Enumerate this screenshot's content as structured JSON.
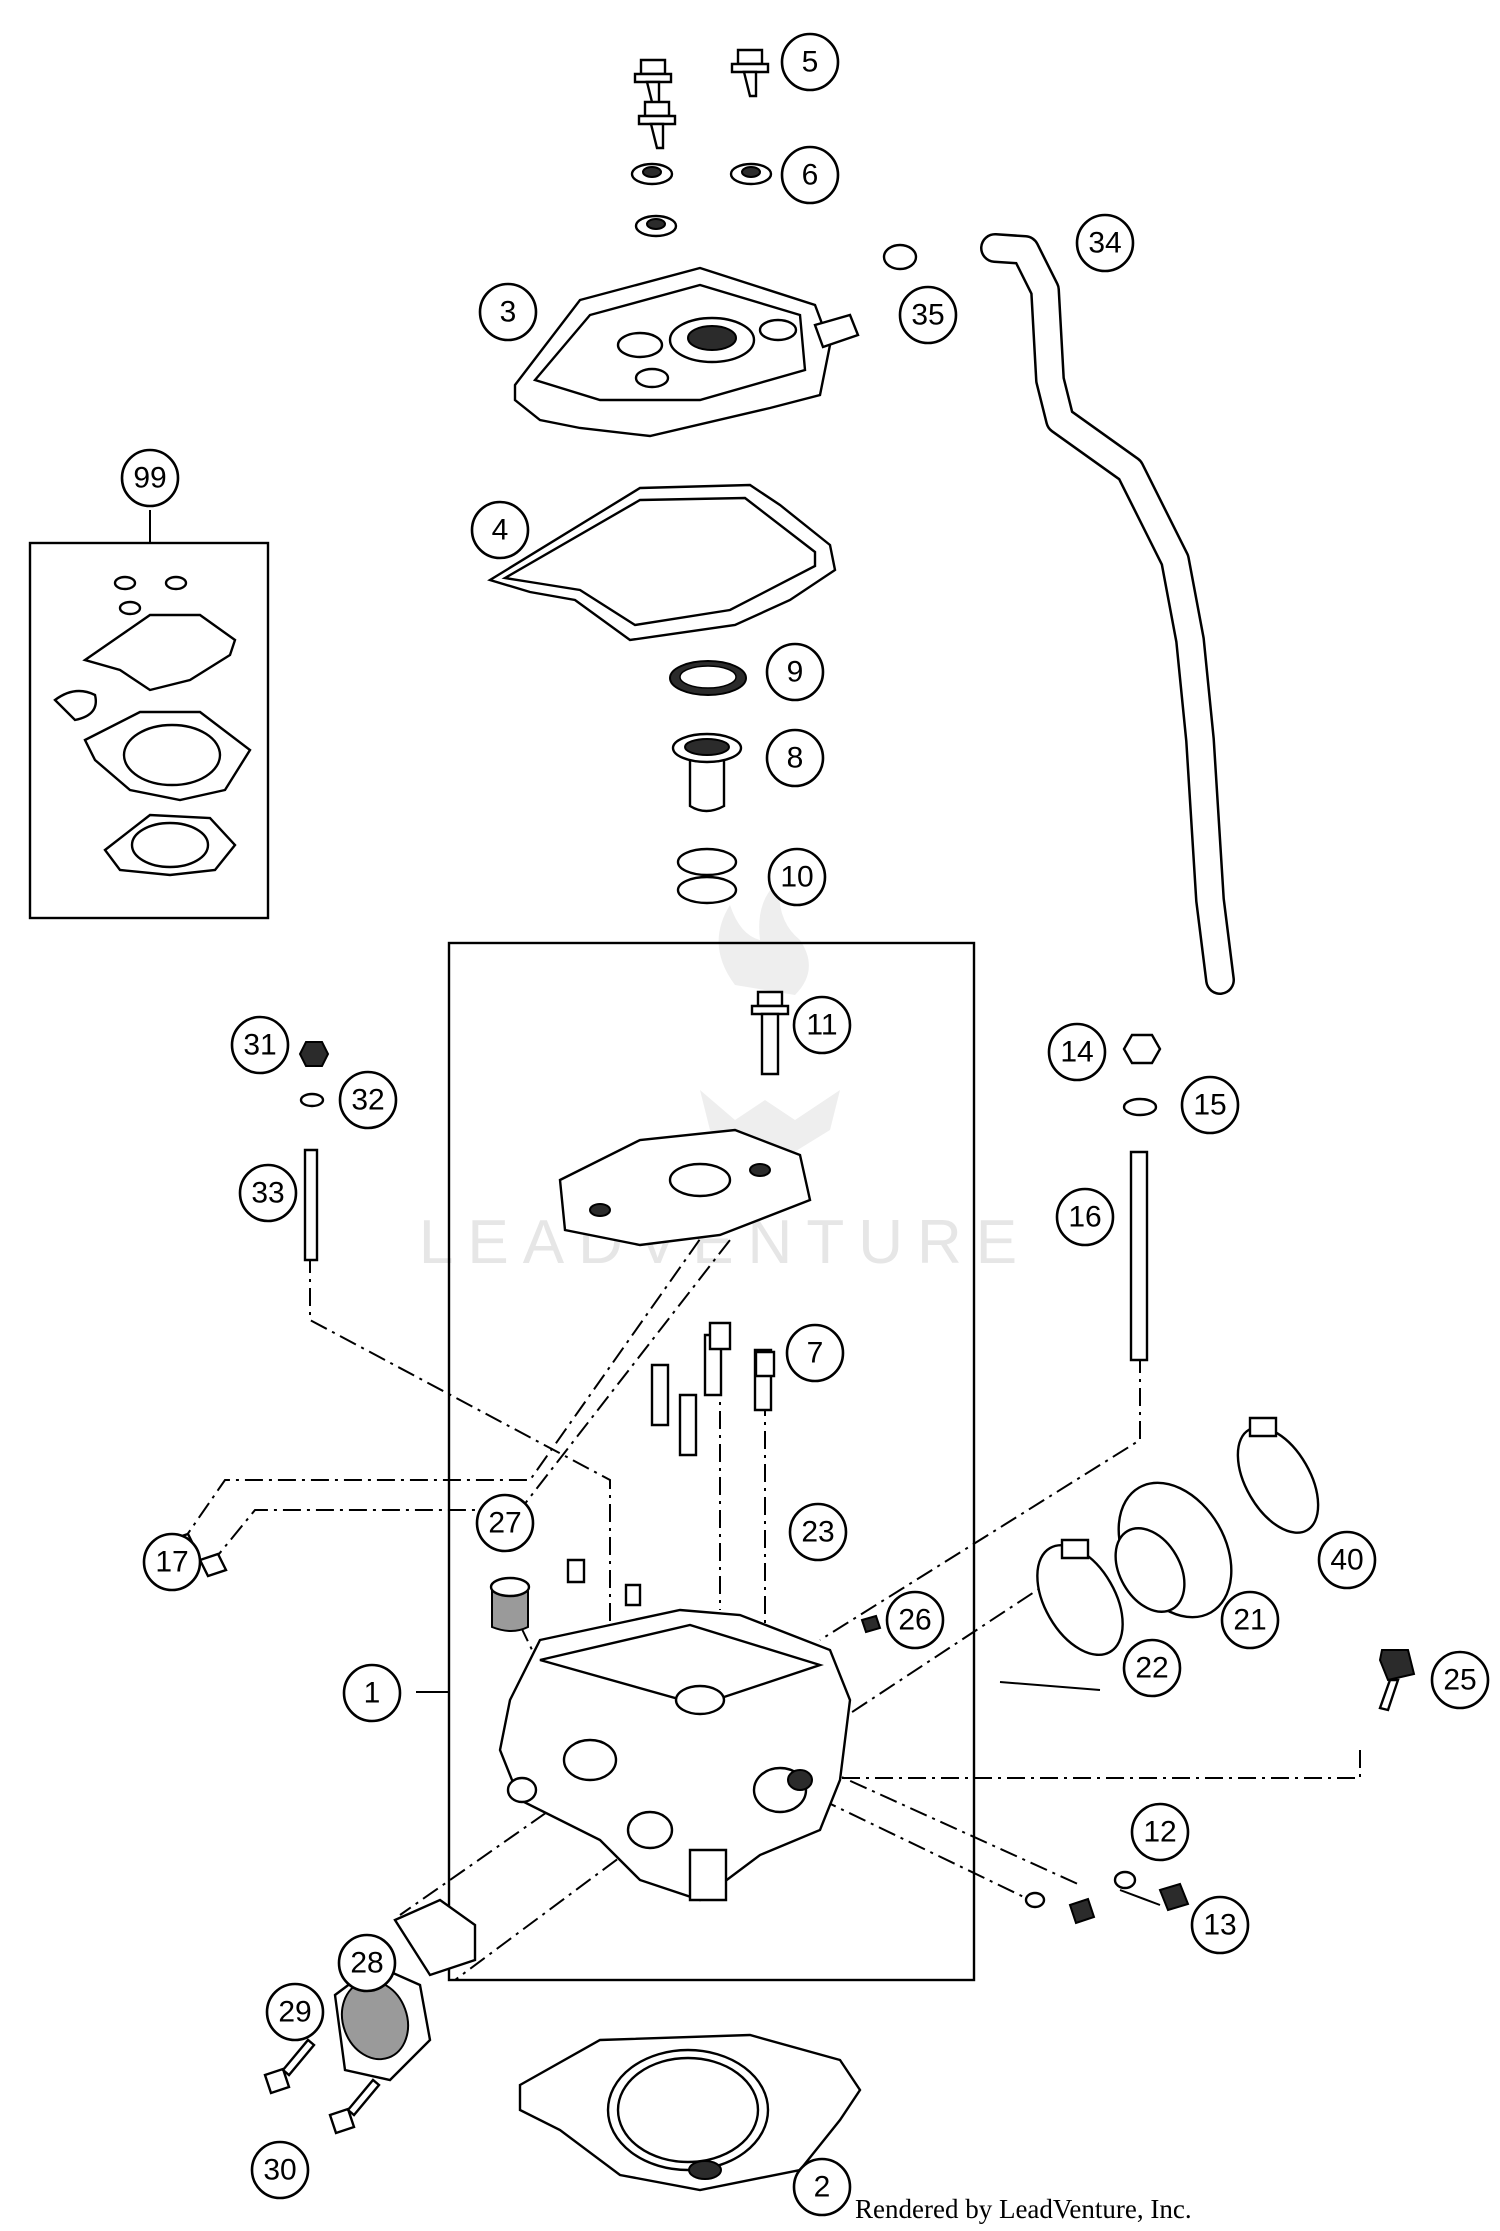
{
  "callouts": [
    {
      "id": "5",
      "label": "5"
    },
    {
      "id": "6",
      "label": "6"
    },
    {
      "id": "3",
      "label": "3"
    },
    {
      "id": "34",
      "label": "34"
    },
    {
      "id": "35",
      "label": "35"
    },
    {
      "id": "99",
      "label": "99"
    },
    {
      "id": "4",
      "label": "4"
    },
    {
      "id": "9",
      "label": "9"
    },
    {
      "id": "8",
      "label": "8"
    },
    {
      "id": "10",
      "label": "10"
    },
    {
      "id": "11",
      "label": "11"
    },
    {
      "id": "31",
      "label": "31"
    },
    {
      "id": "32",
      "label": "32"
    },
    {
      "id": "33",
      "label": "33"
    },
    {
      "id": "14",
      "label": "14"
    },
    {
      "id": "15",
      "label": "15"
    },
    {
      "id": "16",
      "label": "16"
    },
    {
      "id": "7",
      "label": "7"
    },
    {
      "id": "17",
      "label": "17"
    },
    {
      "id": "27",
      "label": "27"
    },
    {
      "id": "23",
      "label": "23"
    },
    {
      "id": "40",
      "label": "40"
    },
    {
      "id": "26",
      "label": "26"
    },
    {
      "id": "21",
      "label": "21"
    },
    {
      "id": "1",
      "label": "1"
    },
    {
      "id": "22",
      "label": "22"
    },
    {
      "id": "25",
      "label": "25"
    },
    {
      "id": "12",
      "label": "12"
    },
    {
      "id": "13",
      "label": "13"
    },
    {
      "id": "28",
      "label": "28"
    },
    {
      "id": "29",
      "label": "29"
    },
    {
      "id": "30",
      "label": "30"
    },
    {
      "id": "2",
      "label": "2"
    }
  ],
  "watermark": "LEADVENTURE",
  "footer": "Rendered by LeadVenture, Inc."
}
